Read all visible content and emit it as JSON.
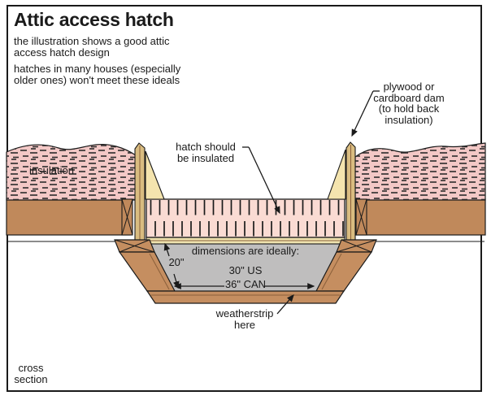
{
  "header": {
    "title": "Attic access hatch",
    "intro": "the illustration shows a good attic\naccess hatch design",
    "note": "hatches in many houses (especially\nolder ones) won't meet these ideals"
  },
  "diagram": {
    "labels": {
      "insulation": "insulation",
      "hatch": "hatch should\nbe insulated",
      "dam": "plywood or\ncardboard dam\n(to hold back\ninsulation)",
      "dimensions_heading": "dimensions are ideally:",
      "depth": "20\"",
      "width_us": "30\" US",
      "width_can": "36\" CAN",
      "weatherstrip": "weatherstrip\nhere"
    },
    "caption": "cross\nsection"
  },
  "colors": {
    "ink": "#1a1a1a",
    "paper": "#ffffff",
    "band-brown": "#c0895b",
    "board-brown": "#c58e60",
    "mound-pink": "#f3c8c6",
    "batt-pink": "#fadbd3",
    "dam-tan": "#d9bc80",
    "wedge-cream": "#f4e4ae",
    "door-cream": "#efe3af",
    "opening-gray": "#bfbebe"
  }
}
